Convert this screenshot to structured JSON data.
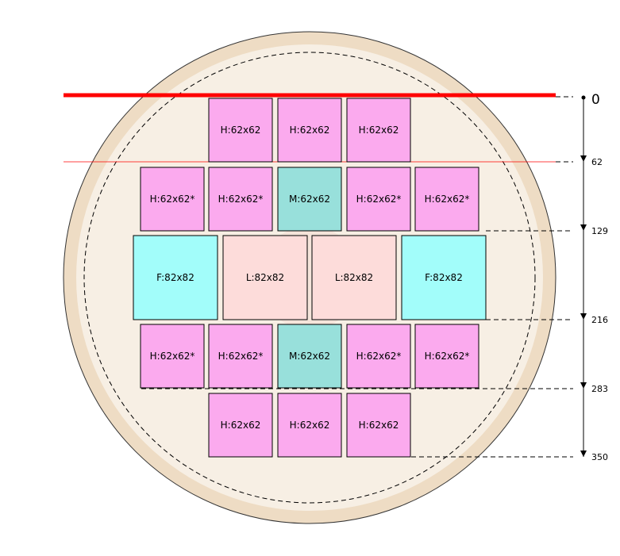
{
  "colors": {
    "rim": "#eedcc4",
    "wafer": "#f7efe4",
    "H": "#fbaaee",
    "M": "#98e0db",
    "F": "#a2fdfa",
    "L": "#fddcda",
    "cut_line": "#ff0000",
    "outline": "#000000"
  },
  "ruler": {
    "labels": [
      "0",
      "62",
      "129",
      "216",
      "283",
      "350"
    ]
  },
  "rows": [
    {
      "dies": [
        {
          "type": "H",
          "label": "H:62x62"
        },
        {
          "type": "H",
          "label": "H:62x62"
        },
        {
          "type": "H",
          "label": "H:62x62"
        }
      ]
    },
    {
      "dies": [
        {
          "type": "H",
          "label": "H:62x62*"
        },
        {
          "type": "H",
          "label": "H:62x62*"
        },
        {
          "type": "M",
          "label": "M:62x62"
        },
        {
          "type": "H",
          "label": "H:62x62*"
        },
        {
          "type": "H",
          "label": "H:62x62*"
        }
      ]
    },
    {
      "dies": [
        {
          "type": "F",
          "label": "F:82x82"
        },
        {
          "type": "L",
          "label": "L:82x82"
        },
        {
          "type": "L",
          "label": "L:82x82"
        },
        {
          "type": "F",
          "label": "F:82x82"
        }
      ]
    },
    {
      "dies": [
        {
          "type": "H",
          "label": "H:62x62*"
        },
        {
          "type": "H",
          "label": "H:62x62*"
        },
        {
          "type": "M",
          "label": "M:62x62"
        },
        {
          "type": "H",
          "label": "H:62x62*"
        },
        {
          "type": "H",
          "label": "H:62x62*"
        }
      ]
    },
    {
      "dies": [
        {
          "type": "H",
          "label": "H:62x62"
        },
        {
          "type": "H",
          "label": "H:62x62"
        },
        {
          "type": "H",
          "label": "H:62x62"
        }
      ]
    }
  ]
}
